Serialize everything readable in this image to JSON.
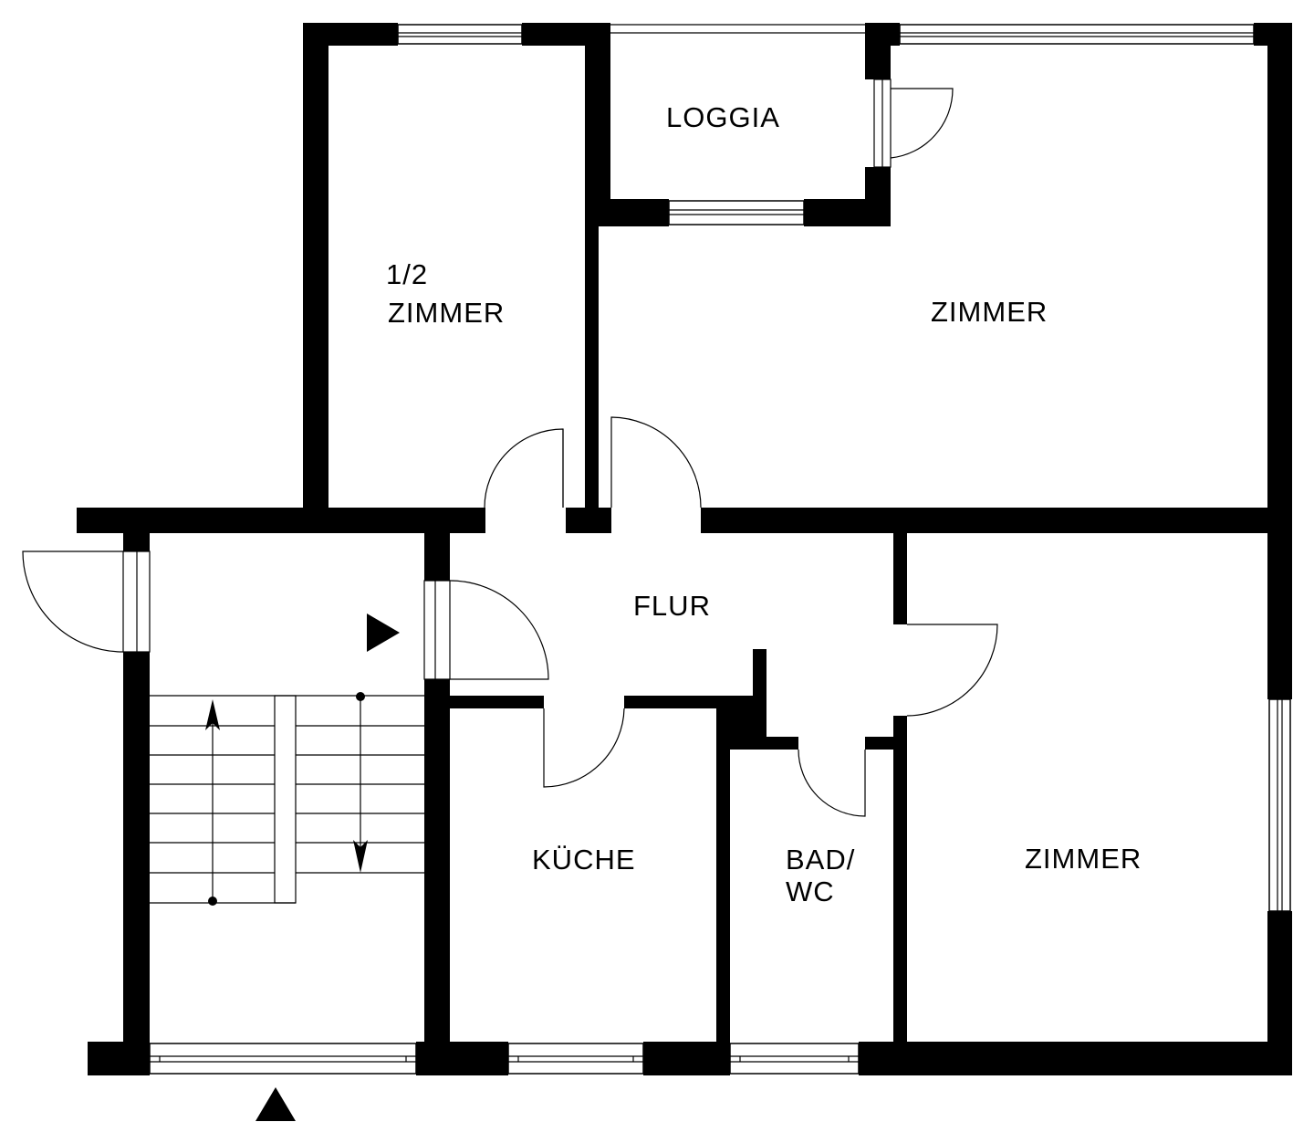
{
  "rooms": {
    "loggia": "LOGGIA",
    "half_room_line1": "1/2",
    "half_room_line2": "ZIMMER",
    "living_room": "ZIMMER",
    "hallway": "FLUR",
    "kitchen": "KÜCHE",
    "bath_line1": "BAD/",
    "bath_line2": "WC",
    "bedroom": "ZIMMER"
  },
  "colors": {
    "wall": "#000000",
    "background": "#ffffff"
  }
}
